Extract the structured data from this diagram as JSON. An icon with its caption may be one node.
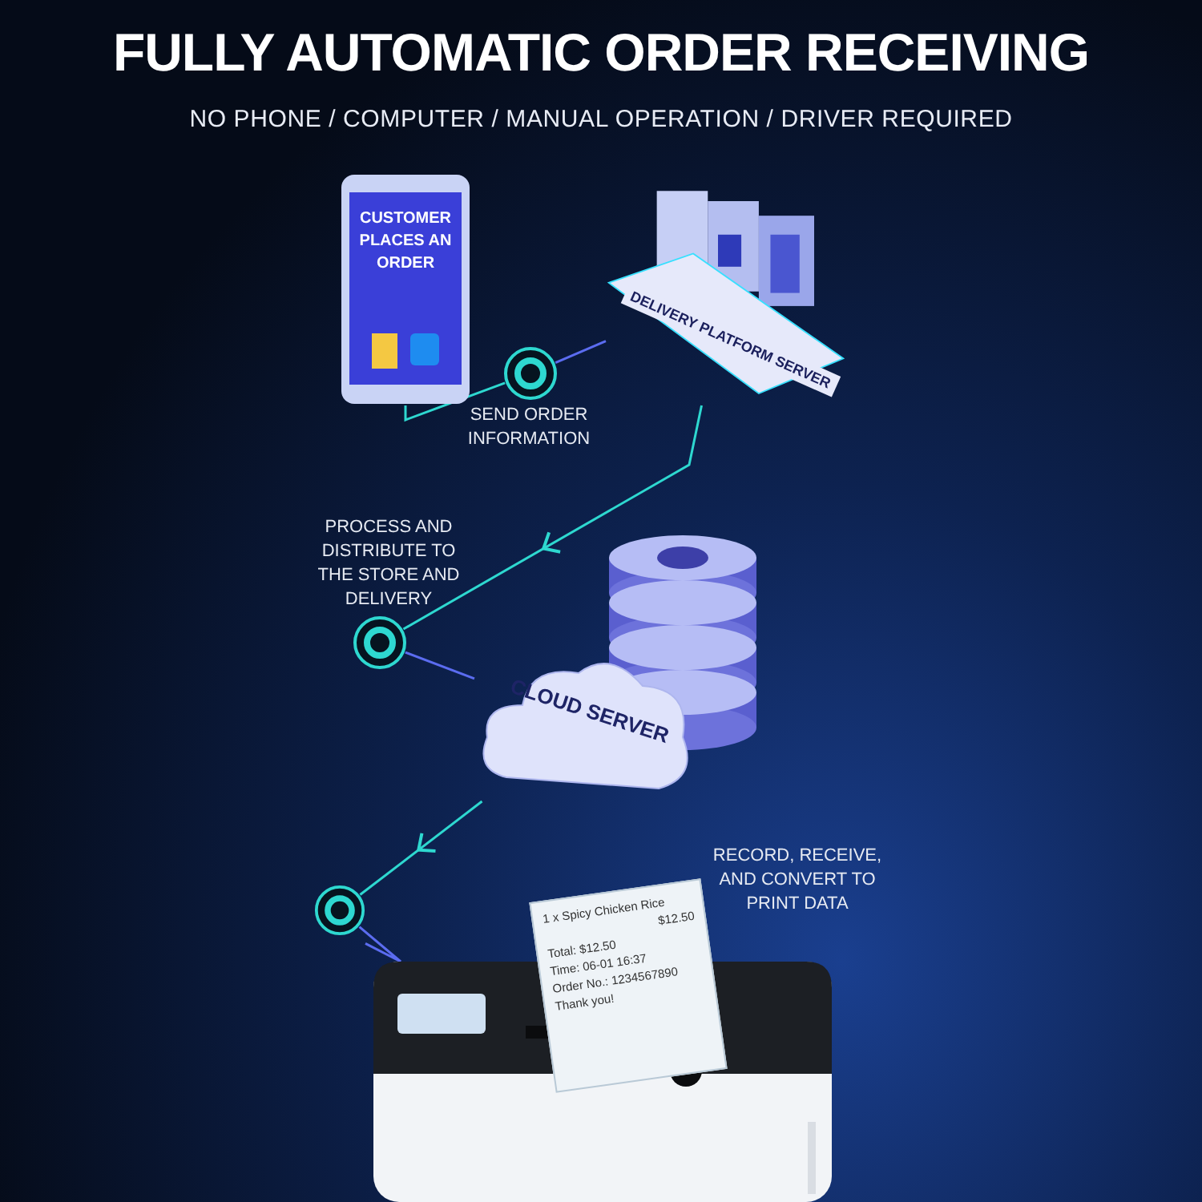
{
  "diagram": {
    "title": "FULLY AUTOMATIC ORDER RECEIVING",
    "caption": "NO PHONE / COMPUTER / MANUAL OPERATION / DRIVER REQUIRED",
    "nodes": [
      {
        "text": [
          "CUSTOMER PLACES AN ORDER"
        ]
      },
      {
        "text": [
          "DELIVERY PLATFORM SERVER"
        ]
      },
      {
        "text": [],
        "shape": "circle",
        "beside": [
          "SEND ORDER INFORMATION"
        ]
      },
      {
        "text": [],
        "shape": "circle",
        "beside": [
          "PROCESS AND DISTRIBUTE TO THE STORE AND DELIVERY"
        ]
      },
      {
        "text": [
          "CLOUD SERVER"
        ]
      },
      {
        "text": [],
        "shape": "circle"
      },
      {
        "text": [],
        "shape": "picture",
        "beside": [
          "RECORD, RECEIVE, AND CONVERT TO PRINT DATA"
        ]
      }
    ],
    "edges": [
      {
        "from": 0,
        "to": 2,
        "arrow": "none"
      },
      {
        "from": 2,
        "to": 1,
        "arrow": "none",
        "color": "#5b6cf0"
      },
      {
        "from": 1,
        "to": 3,
        "arrow": "to"
      },
      {
        "from": 3,
        "to": 4,
        "arrow": "none",
        "color": "#5b6cf0"
      },
      {
        "from": 4,
        "to": 5,
        "arrow": "to"
      },
      {
        "from": 5,
        "to": 6,
        "arrow": "none",
        "color": "#5b6cf0"
      }
    ],
    "labels": [
      "1 x Spicy Chicken Rice",
      "$12.50",
      "Total: $12.50",
      "Time: 06-01 16:37",
      "Order No.: 1234567890",
      "Thank you!"
    ]
  }
}
